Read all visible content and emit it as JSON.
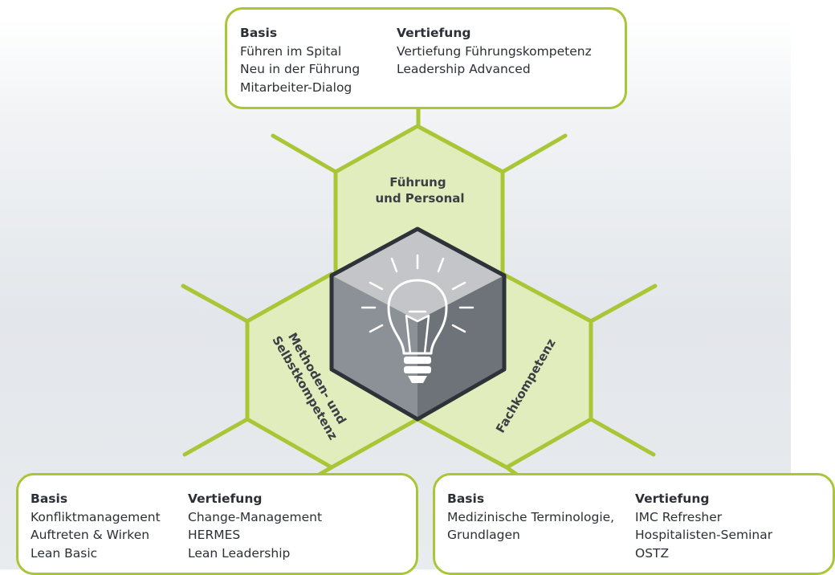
{
  "colors": {
    "accent_green": "#a9c637",
    "hex_fill": "#e2edbd",
    "cube_top": "#c3c5c8",
    "cube_left": "#8c9197",
    "cube_right": "#6e7379",
    "cube_outline": "#2d3338"
  },
  "icons": {
    "center": "lightbulb-icon"
  },
  "hexagons": {
    "top": {
      "lines": [
        "Führung",
        "und Personal"
      ]
    },
    "left": {
      "lines": [
        "Methoden- und",
        "Selbstkompetenz"
      ]
    },
    "right": {
      "lines": [
        "Fachkompetenz"
      ]
    }
  },
  "cards": {
    "top": {
      "basis": {
        "title": "Basis",
        "items": [
          "Führen im Spital",
          "Neu in der Führung",
          "Mitarbeiter-Dialog"
        ]
      },
      "vertiefung": {
        "title": "Vertiefung",
        "items": [
          "Vertiefung Führungskompetenz",
          "Leadership Advanced"
        ]
      }
    },
    "bottom_left": {
      "basis": {
        "title": "Basis",
        "items": [
          "Konfliktmanagement",
          "Auftreten & Wirken",
          "Lean Basic"
        ]
      },
      "vertiefung": {
        "title": "Vertiefung",
        "items": [
          "Change-Management",
          "HERMES",
          "Lean Leadership"
        ]
      }
    },
    "bottom_right": {
      "basis": {
        "title": "Basis",
        "items": [
          "Medizinische Terminologie,",
          "Grundlagen"
        ]
      },
      "vertiefung": {
        "title": "Vertiefung",
        "items": [
          "IMC Refresher",
          "Hospitalisten-Seminar",
          "OSTZ"
        ]
      }
    }
  }
}
